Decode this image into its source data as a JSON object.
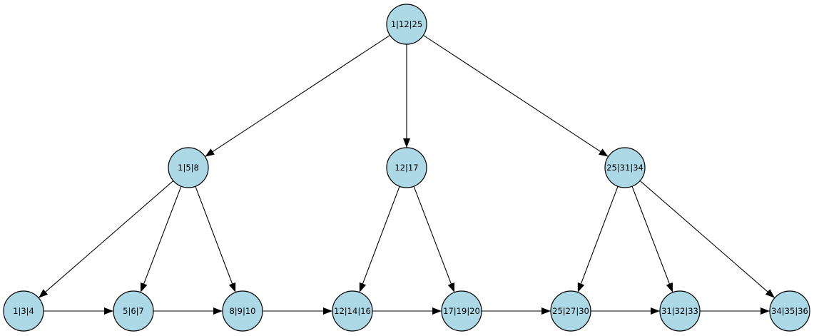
{
  "diagram": {
    "type": "b-plus-tree",
    "node_fill": "#add8e6",
    "node_stroke": "#000000",
    "edge_color": "#000000",
    "nodes": [
      {
        "id": "root",
        "label": "1|12|25"
      },
      {
        "id": "i1",
        "label": "1|5|8"
      },
      {
        "id": "i2",
        "label": "12|17"
      },
      {
        "id": "i3",
        "label": "25|31|34"
      },
      {
        "id": "l1",
        "label": "1|3|4"
      },
      {
        "id": "l2",
        "label": "5|6|7"
      },
      {
        "id": "l3",
        "label": "8|9|10"
      },
      {
        "id": "l4",
        "label": "12|14|16"
      },
      {
        "id": "l5",
        "label": "17|19|20"
      },
      {
        "id": "l6",
        "label": "25|27|30"
      },
      {
        "id": "l7",
        "label": "31|32|33"
      },
      {
        "id": "l8",
        "label": "34|35|36"
      }
    ],
    "edges": [
      {
        "from": "root",
        "to": "i1"
      },
      {
        "from": "root",
        "to": "i2"
      },
      {
        "from": "root",
        "to": "i3"
      },
      {
        "from": "i1",
        "to": "l1"
      },
      {
        "from": "i1",
        "to": "l2"
      },
      {
        "from": "i1",
        "to": "l3"
      },
      {
        "from": "i2",
        "to": "l4"
      },
      {
        "from": "i2",
        "to": "l5"
      },
      {
        "from": "i3",
        "to": "l6"
      },
      {
        "from": "i3",
        "to": "l7"
      },
      {
        "from": "i3",
        "to": "l8"
      },
      {
        "from": "l1",
        "to": "l2"
      },
      {
        "from": "l2",
        "to": "l3"
      },
      {
        "from": "l3",
        "to": "l4"
      },
      {
        "from": "l4",
        "to": "l5"
      },
      {
        "from": "l5",
        "to": "l6"
      },
      {
        "from": "l6",
        "to": "l7"
      },
      {
        "from": "l7",
        "to": "l8"
      }
    ]
  }
}
